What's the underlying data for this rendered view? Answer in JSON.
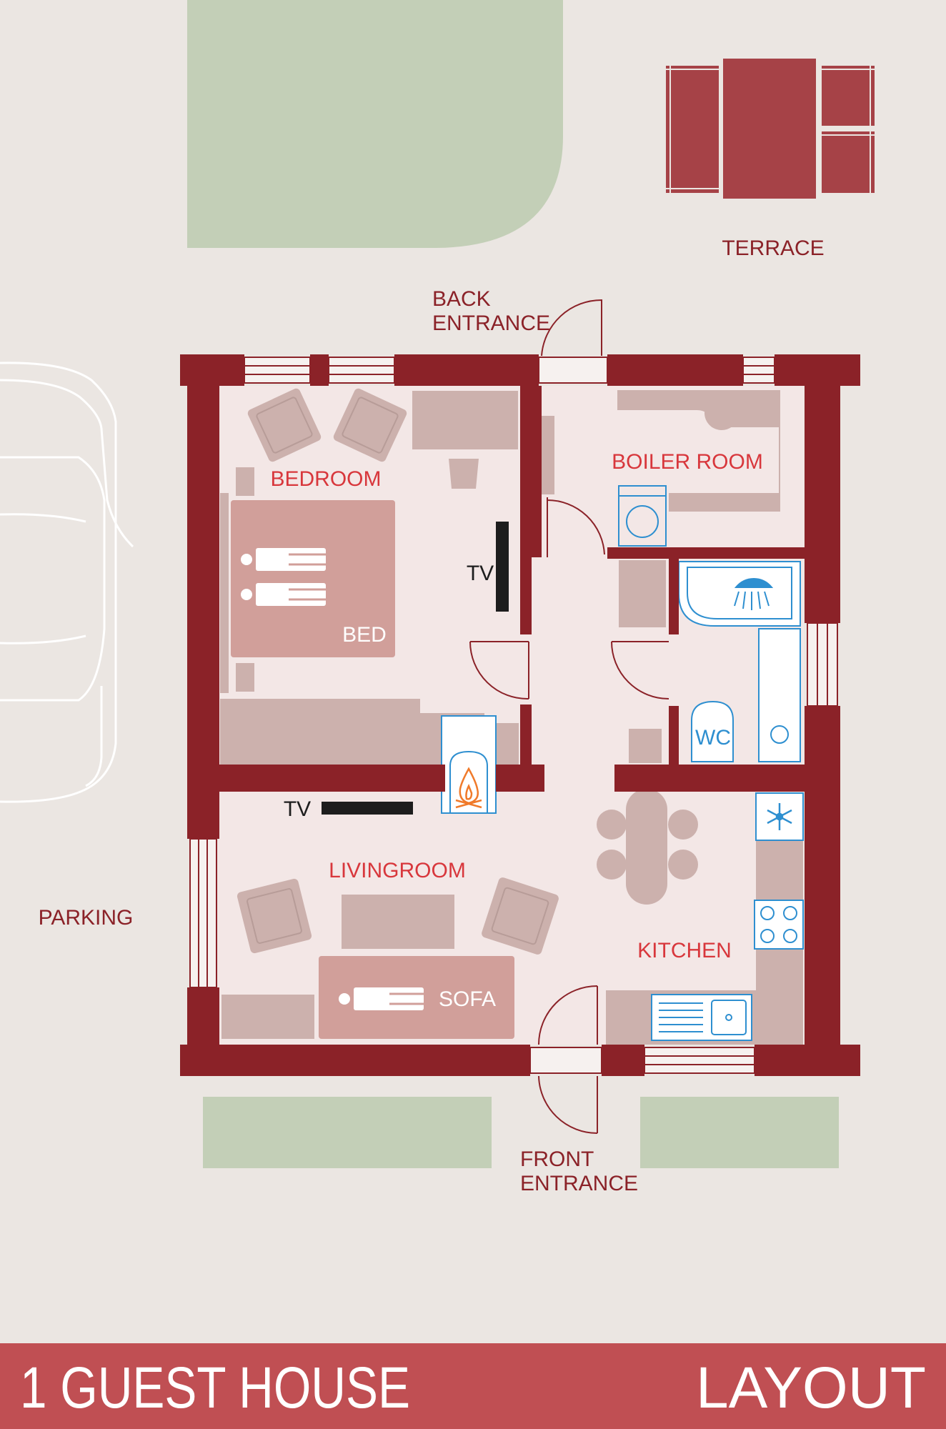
{
  "labels": {
    "terrace": "TERRACE",
    "back_entrance_line1": "BACK",
    "back_entrance_line2": "ENTRANCE",
    "bedroom": "BEDROOM",
    "bed": "BED",
    "boiler_room": "BOILER ROOM",
    "tv_bedroom": "TV",
    "tv_living": "TV",
    "wc": "WC",
    "livingroom": "LIVINGROOM",
    "sofa": "SOFA",
    "kitchen": "KITCHEN",
    "parking": "PARKING",
    "front_entrance_line1": "FRONT",
    "front_entrance_line2": "ENTRANCE"
  },
  "footer": {
    "title": "1 GUEST HOUSE",
    "subtitle": "LAYOUT"
  },
  "colors": {
    "background": "#ebe6e2",
    "lawn": "#c3cfb7",
    "wall": "#8b2228",
    "floor": "#f3e7e6",
    "furniture": "#ccb1ad",
    "bed": "#d19f9a",
    "terrace_furniture": "#a64247",
    "fixture_blue": "#2e8fd0",
    "fire_orange": "#f07a2a",
    "room_label": "#d8373c",
    "outside_label": "#8b2228",
    "footer_bar": "#c04f53",
    "footer_text": "#ffffff"
  },
  "icons": [
    "car-outline-icon",
    "shower-icon",
    "snowflake-icon",
    "fire-icon",
    "stove-icon",
    "sink-icon",
    "washing-machine-icon",
    "person-icon"
  ]
}
